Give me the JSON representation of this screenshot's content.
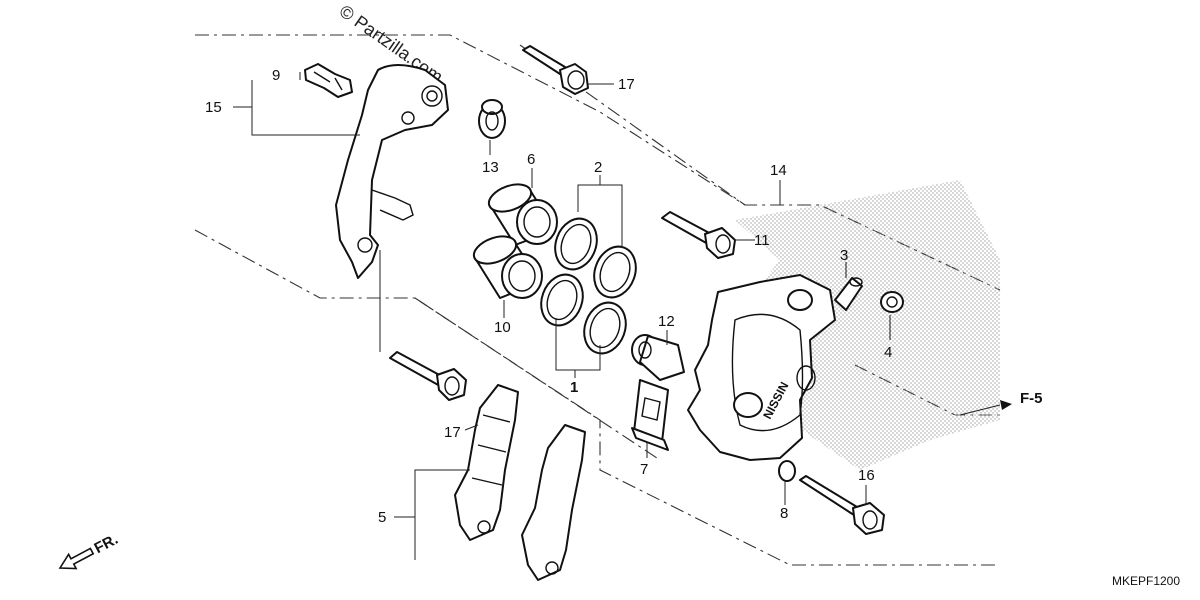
{
  "watermark": "© Partzilla.com",
  "diagram_code": "MKEPF1200",
  "front_arrow_label": "FR.",
  "reference": {
    "label": "F-5"
  },
  "callouts": [
    {
      "id": "c1",
      "label": "1"
    },
    {
      "id": "c2",
      "label": "2"
    },
    {
      "id": "c3",
      "label": "3"
    },
    {
      "id": "c4",
      "label": "4"
    },
    {
      "id": "c5",
      "label": "5"
    },
    {
      "id": "c6",
      "label": "6"
    },
    {
      "id": "c7",
      "label": "7"
    },
    {
      "id": "c8",
      "label": "8"
    },
    {
      "id": "c9",
      "label": "9"
    },
    {
      "id": "c10",
      "label": "10"
    },
    {
      "id": "c11",
      "label": "11"
    },
    {
      "id": "c12",
      "label": "12"
    },
    {
      "id": "c13",
      "label": "13"
    },
    {
      "id": "c14",
      "label": "14"
    },
    {
      "id": "c15",
      "label": "15"
    },
    {
      "id": "c16",
      "label": "16"
    },
    {
      "id": "c17a",
      "label": "17"
    },
    {
      "id": "c17b",
      "label": "17"
    }
  ],
  "caliper_brand": "NISSIN"
}
